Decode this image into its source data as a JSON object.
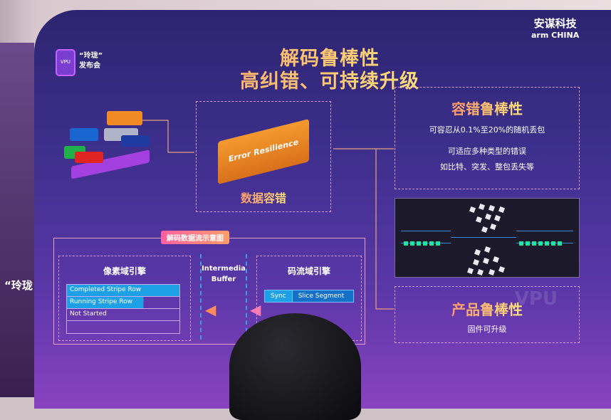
{
  "logo": {
    "event_line1": "“玲珑”",
    "event_line2": "发布会",
    "badge": "VPU"
  },
  "brand": {
    "cn": "安谋科技",
    "en": "arm CHINA"
  },
  "title": {
    "line1": "解码鲁棒性",
    "line2": "高纠错、可持续升级"
  },
  "error_box": {
    "brick_text": "Error Resilience",
    "label": "数据容错"
  },
  "fault_tolerance": {
    "heading": "容错鲁棒性",
    "line1": "可容忍从0.1%至20%的随机丢包",
    "line2": "可适应多种类型的错误",
    "line3": "如比特、突发、整包丢失等"
  },
  "product": {
    "heading": "产品鲁棒性",
    "desc": "固件可升级",
    "watermark": "VPU"
  },
  "dataflow": {
    "tag": "解码数据流示意图",
    "pixel_engine": "像素域引擎",
    "rows": [
      "Completed Stripe Row",
      "Running Stripe Row",
      "Not Started",
      ""
    ],
    "buffer_line1": "Intermedia",
    "buffer_line2": "Buffer",
    "stream_engine": "码流域引擎",
    "sync": "Sync",
    "slice": "Slice Segment"
  },
  "side_text": "“玲珑",
  "colors": {
    "screen": "#3d2f8c",
    "accent_blue": "#1ea0e6",
    "orange": "#f08a24"
  }
}
